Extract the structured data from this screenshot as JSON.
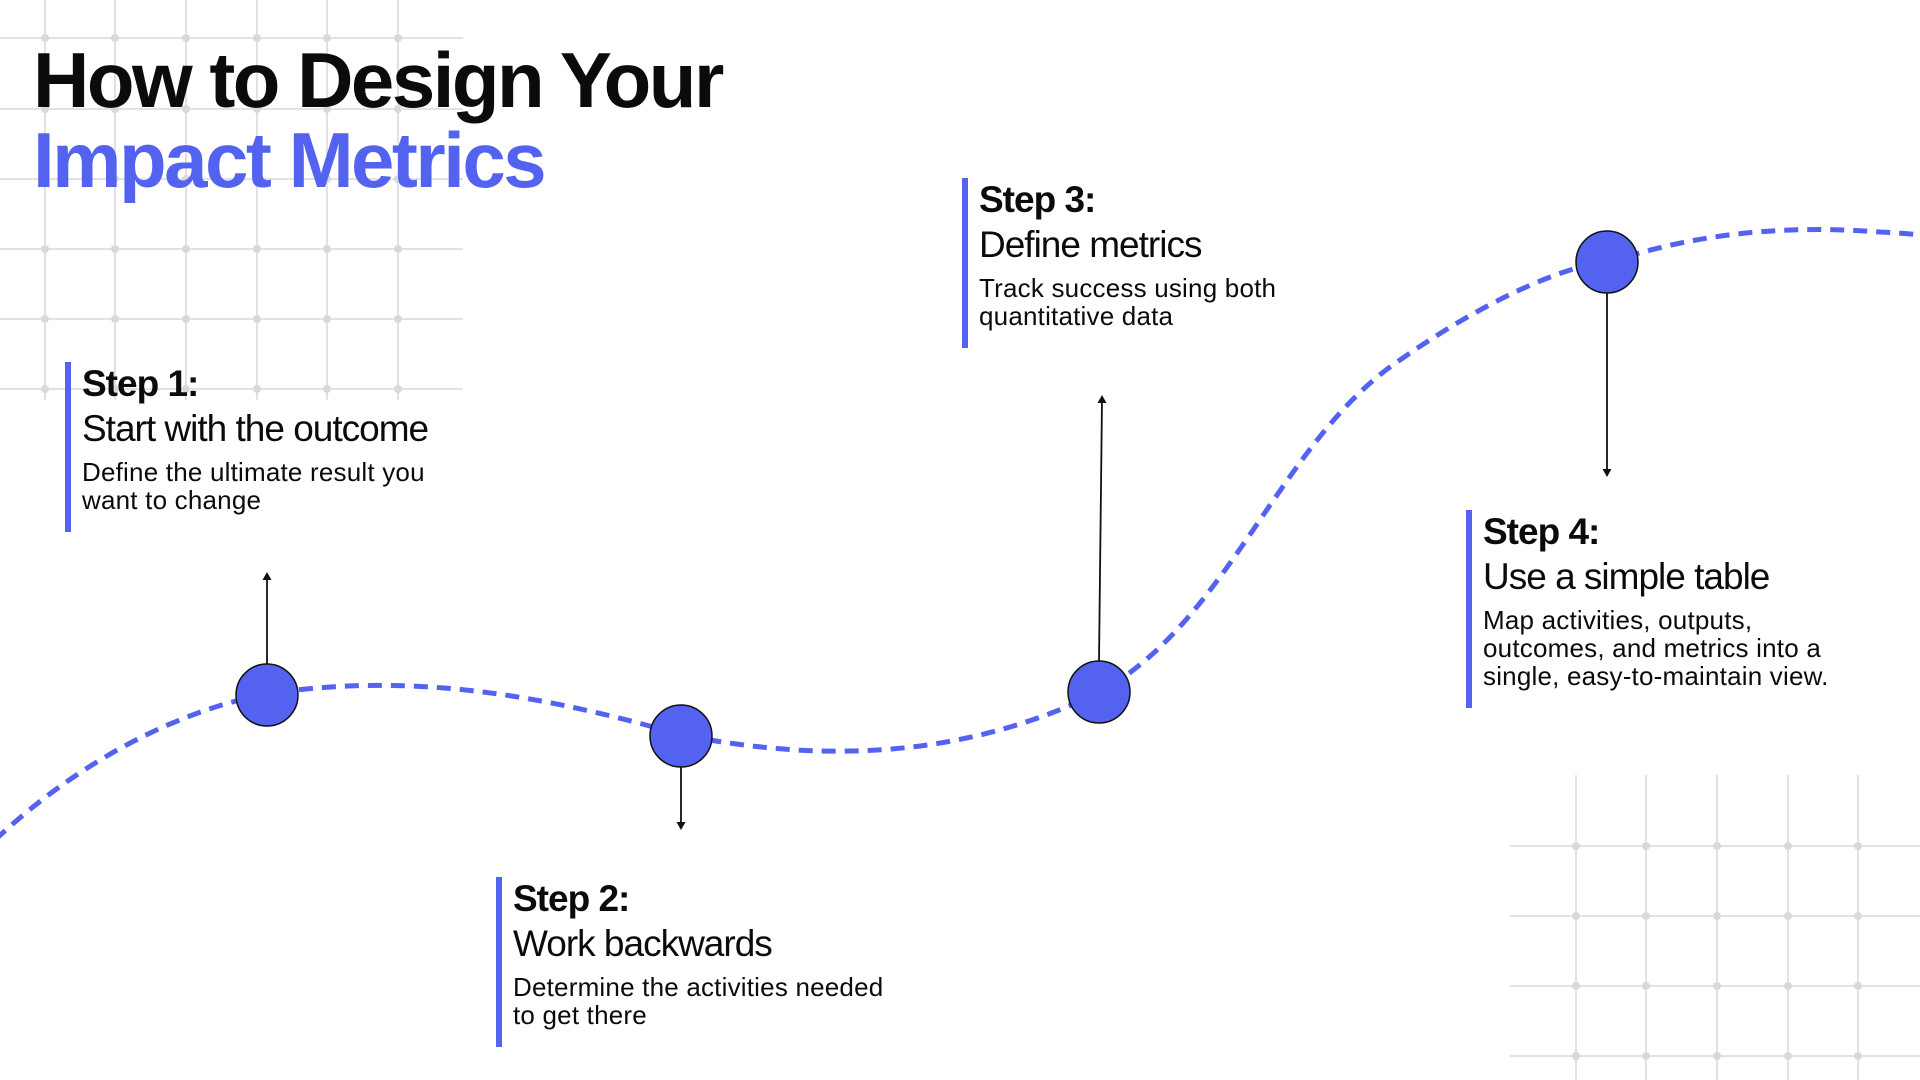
{
  "title": {
    "line1": "How to Design Your",
    "line2": "Impact Metrics"
  },
  "colors": {
    "accent": "#5462f0",
    "text": "#0b0b0b",
    "grid": "#d9d9d9",
    "node": "#5462f0"
  },
  "steps": [
    {
      "label": "Step 1:",
      "title": "Start with the outcome",
      "description": "Define the ultimate result you\nwant to change"
    },
    {
      "label": "Step 2:",
      "title": "Work backwards",
      "description": "Determine the activities needed\nto get there"
    },
    {
      "label": "Step 3:",
      "title": "Define metrics",
      "description": "Track success using both\nquantitative data"
    },
    {
      "label": "Step 4:",
      "title": "Use a simple table",
      "description": "Map activities, outputs,\noutcomes, and metrics into a\nsingle, easy-to-maintain view."
    }
  ]
}
